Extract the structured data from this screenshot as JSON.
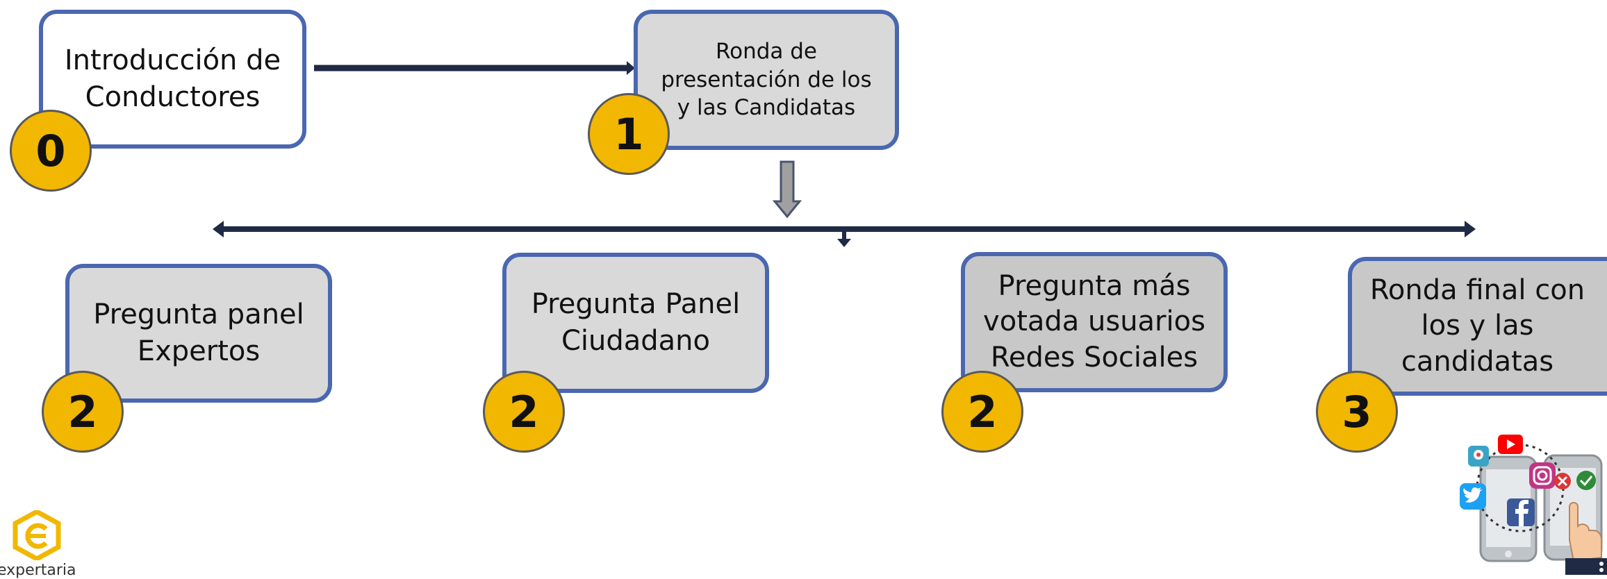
{
  "boxes": {
    "intro": "Introducción de\nConductores",
    "ronda_presentacion": "Ronda de\npresentación de los\ny las  Candidatas",
    "panel_expertos": "Pregunta panel\nExpertos",
    "panel_ciudadano": "Pregunta  Panel\nCiudadano",
    "redes_sociales": "Pregunta más\nvotada usuarios\nRedes Sociales",
    "ronda_final": "Ronda final con\nlos y las\ncandidatas"
  },
  "badges": {
    "intro": "0",
    "ronda_presentacion": "1",
    "panel_expertos": "2",
    "panel_ciudadano": "2",
    "redes_sociales": "2",
    "ronda_final": "3"
  },
  "logo": {
    "text": "expertaria"
  },
  "colors": {
    "box_border": "#4a67b0",
    "box_fill_gray": "#d9d9d9",
    "box_fill_dark": "#c8c8c8",
    "badge": "#f2b701",
    "line": "#1f2a44"
  }
}
